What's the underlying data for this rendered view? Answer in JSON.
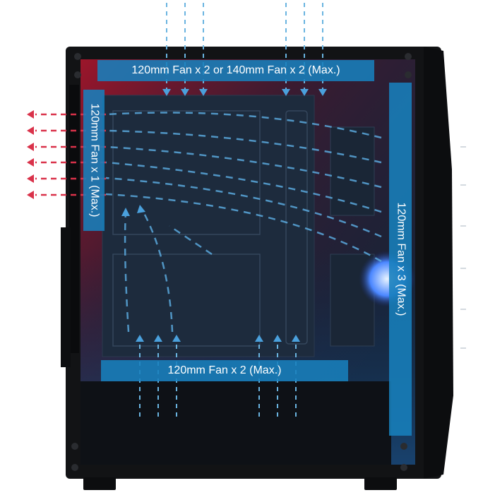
{
  "diagram": {
    "labels": {
      "top": "120mm Fan x 2 or 140mm Fan x 2 (Max.)",
      "front": "120mm Fan x 1 (Max.)",
      "rear": "120mm Fan x 3 (Max.)",
      "bottom": "120mm Fan x 2 (Max.)"
    },
    "colors": {
      "case": "#111214",
      "panel": "#1b2330",
      "label_bg": "#1880bc",
      "exhaust_arrow": "#d9324a",
      "intake_arrow": "#6ab4e0",
      "airflow_arrow": "#5aa8dc"
    }
  }
}
